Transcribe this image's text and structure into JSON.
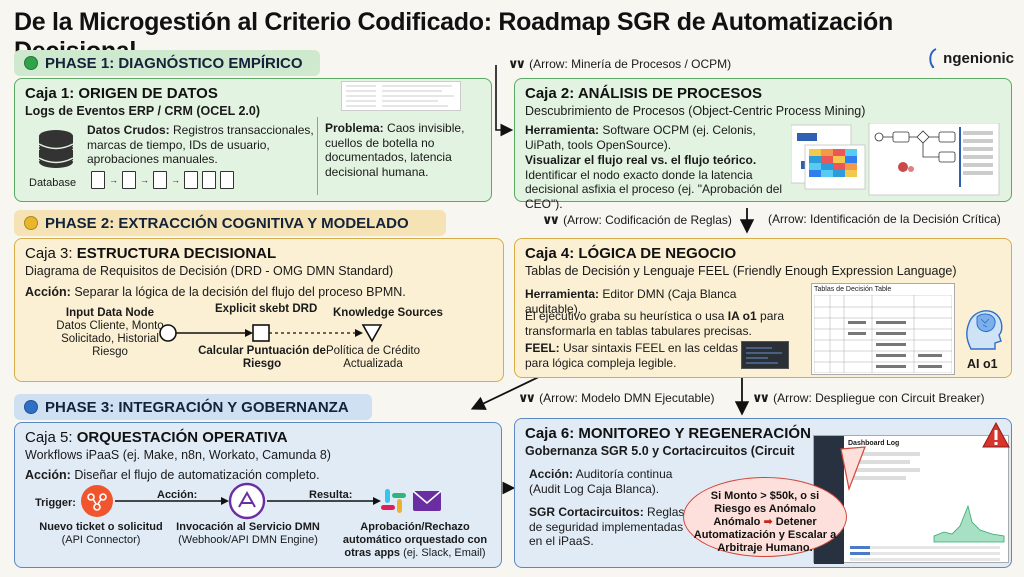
{
  "title": "De la Microgestión al Criterio Codificado: Roadmap SGR de Automatización Decisional",
  "brand": "ngenionic",
  "phases": [
    {
      "label": "PHASE 1: DIAGNÓSTICO EMPÍRICO",
      "color": "#2fa24a"
    },
    {
      "label": "PHASE 2: EXTRACCIÓN COGNITIVA Y MODELADO",
      "color": "#e9b52a"
    },
    {
      "label": "PHASE 3: INTEGRACIÓN Y GOBERNANZA",
      "color": "#2f6fc8"
    }
  ],
  "arrows": {
    "a1": "(Arrow: Minería de Procesos / OCPM)",
    "a2": "(Arrow: Codificación de Reglas)",
    "a3": "(Arrow: Identificación de la Decisión Crítica)",
    "a4": "(Arrow: Modelo DMN Ejecutable)",
    "a5": "(Arrow: Despliegue con Circuit Breaker)"
  },
  "box1": {
    "prefix": "Caja 1: ",
    "title": "ORIGEN DE DATOS",
    "subtitle": "Logs de Eventos ERP / CRM (OCEL 2.0)",
    "raw_label": "Datos Crudos:",
    "raw_text": "Registros transaccionales, marcas de tiempo, IDs de usuario, aprobaciones manuales.",
    "db_label": "Database",
    "problem_label": "Problema:",
    "problem_text": "Caos invisible, cuellos de botella no documentados, latencia decisional humana."
  },
  "box2": {
    "prefix": "Caja 2: ",
    "title": "ANÁLISIS DE PROCESOS",
    "subtitle_bold": "Descubrimiento de Procesos",
    "subtitle_rest": "(Object-Centric Process Mining)",
    "tool_label": "Herramienta:",
    "tool_text": "Software OCPM (ej. Celonis, UiPath, tools OpenSource).",
    "visual_bold": "Visualizar el flujo real vs. el flujo teórico.",
    "visual_text": "Identificar el nodo exacto donde la latencia decisional asfixia el proceso (ej. \"Aprobación del CEO\")."
  },
  "box3": {
    "prefix": "Caja 3: ",
    "title": "ESTRUCTURA DECISIONAL",
    "subtitle_bold": "Diagrama de Requisitos de Decisión",
    "subtitle_rest": "(DRD - OMG DMN Standard)",
    "action_label": "Acción:",
    "action_text": "Separar la lógica de la decisión del flujo del proceso BPMN.",
    "input_title": "Input Data Node",
    "input_text": "Datos Cliente, Monto Solicitado, Historial Riesgo",
    "explicit": "Explicit skebt DRD",
    "decision": "Calcular Puntuación de Riesgo",
    "ks_title": "Knowledge Sources",
    "ks_text": "Política de Crédito Actualizada"
  },
  "box4": {
    "prefix": "Caja 4: ",
    "title": "LÓGICA DE NEGOCIO",
    "subtitle_bold": "Tablas de Decisión y Lenguaje FEEL",
    "subtitle_rest": "(Friendly Enough Expression Language)",
    "tool_label": "Herramienta:",
    "tool_text": "Editor DMN (Caja Blanca auditable).",
    "exec_text_a": "El ejecutivo graba su heurística o usa ",
    "exec_bold": "IA o1",
    "exec_text_b": " para transformarla en tablas tabulares precisas.",
    "feel_label": "FEEL:",
    "feel_text": "Usar sintaxis FEEL en las celdas para lógica compleja legible.",
    "table_title": "Tablas de Decisión Table",
    "ai_label": "AI o1"
  },
  "box5": {
    "prefix": "Caja 5: ",
    "title": "ORQUESTACIÓN OPERATIVA",
    "subtitle_bold": "Workflows iPaaS",
    "subtitle_rest": "(ej. Make, n8n, Workato, Camunda 8)",
    "action_label": "Acción:",
    "action_text": "Diseñar el flujo de automatización completo.",
    "trigger_label": "Trigger:",
    "accion_label": "Acción:",
    "result_label": "Resulta:",
    "trigger_bold": "Nuevo ticket o solicitud",
    "trigger_text": "(API Connector)",
    "invoke_bold": "Invocación al Servicio DMN",
    "invoke_text": "(Webhook/API DMN Engine)",
    "result_bold": "Aprobación/Rechazo automático orquestado con otras apps",
    "result_text": "(ej. Slack, Email)"
  },
  "box6": {
    "prefix": "Caja 6: ",
    "title": "MONITOREO Y REGENERACIÓN",
    "subtitle": "Gobernanza SGR 5.0 y Cortacircuitos (Circuit",
    "action_label": "Acción:",
    "action_text": "Auditoría continua (Audit Log Caja Blanca).",
    "sgr_label": "SGR Cortacircuitos:",
    "sgr_text": "Reglas de seguridad implementadas en el iPaaS.",
    "alert_a": "Si Monto > $50k, o si Riesgo es Anómalo",
    "alert_b": "Anómalo",
    "alert_c": "Detener Automatización y Escalar a Arbitraje Humano.",
    "dash_title": "Dashboard Log"
  },
  "colors": {
    "green": "#5aa863",
    "yellow": "#d8ad47",
    "blue": "#5d89c2",
    "alert": "#d0473b"
  }
}
